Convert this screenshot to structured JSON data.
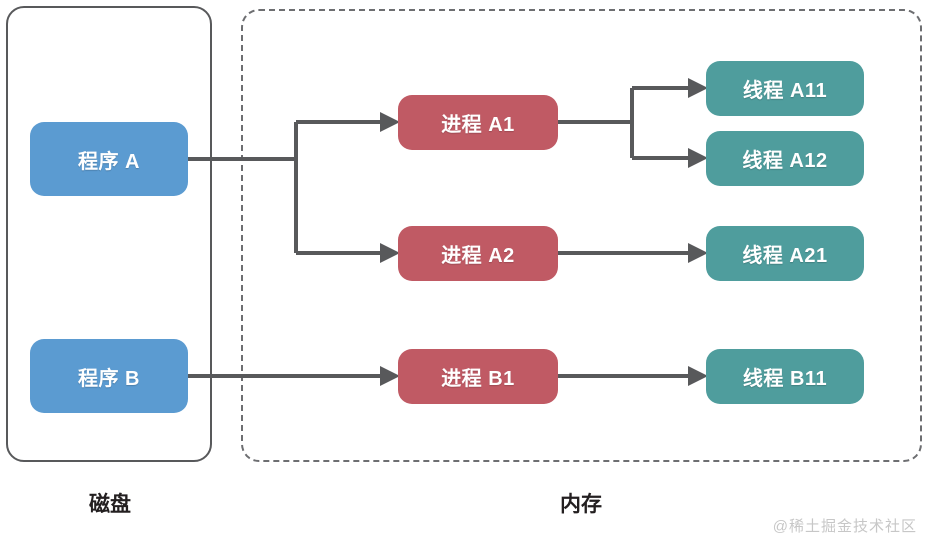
{
  "diagram": {
    "title_alt": "Program / Process / Thread relationship diagram",
    "zones": [
      {
        "id": "disk",
        "label": "磁盘",
        "style": "solid"
      },
      {
        "id": "memory",
        "label": "内存",
        "style": "dashed"
      }
    ],
    "nodes": [
      {
        "id": "program-a",
        "label": "程序 A",
        "kind": "program",
        "color": "#5b9bd1"
      },
      {
        "id": "program-b",
        "label": "程序 B",
        "kind": "program",
        "color": "#5b9bd1"
      },
      {
        "id": "process-a1",
        "label": "进程 A1",
        "kind": "process",
        "color": "#c05a64"
      },
      {
        "id": "process-a2",
        "label": "进程 A2",
        "kind": "process",
        "color": "#c05a64"
      },
      {
        "id": "process-b1",
        "label": "进程 B1",
        "kind": "process",
        "color": "#c05a64"
      },
      {
        "id": "thread-a11",
        "label": "线程 A11",
        "kind": "thread",
        "color": "#4f9d9d"
      },
      {
        "id": "thread-a12",
        "label": "线程 A12",
        "kind": "thread",
        "color": "#4f9d9d"
      },
      {
        "id": "thread-a21",
        "label": "线程 A21",
        "kind": "thread",
        "color": "#4f9d9d"
      },
      {
        "id": "thread-b11",
        "label": "线程 B11",
        "kind": "thread",
        "color": "#4f9d9d"
      }
    ],
    "edges": [
      {
        "from": "program-a",
        "to": "process-a1"
      },
      {
        "from": "program-a",
        "to": "process-a2"
      },
      {
        "from": "program-b",
        "to": "process-b1"
      },
      {
        "from": "process-a1",
        "to": "thread-a11"
      },
      {
        "from": "process-a1",
        "to": "thread-a12"
      },
      {
        "from": "process-a2",
        "to": "thread-a21"
      },
      {
        "from": "process-b1",
        "to": "thread-b11"
      }
    ],
    "line_color": "#58595b",
    "watermark": "@稀土掘金技术社区"
  }
}
